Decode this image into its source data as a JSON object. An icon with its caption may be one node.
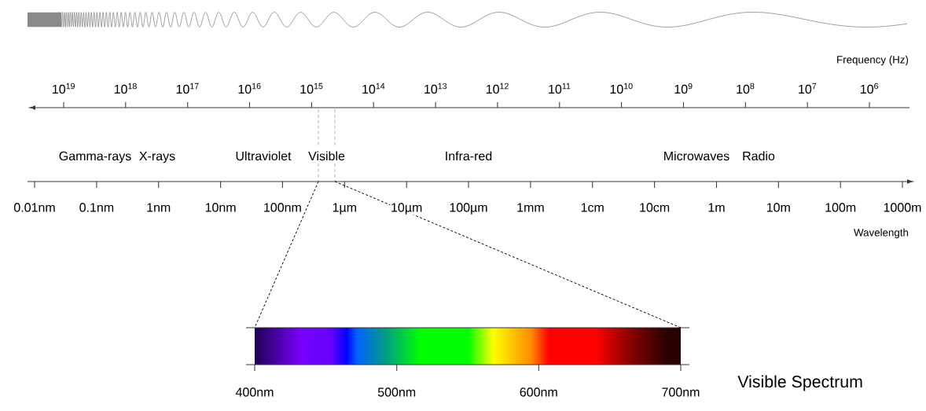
{
  "diagram": {
    "nodes": [
      {
        "text": [
          "Visible"
        ]
      },
      {
        "text": [],
        "shape": "bar",
        "beside": [
          "Visible Spectrum"
        ]
      }
    ],
    "edges": [
      {
        "from": 0,
        "to": 1,
        "arrow": "none",
        "style": "dashed"
      },
      {
        "from": 0,
        "to": 1,
        "arrow": "none",
        "style": "dashed"
      }
    ],
    "labels": [
      "Frequency (Hz)",
      "10$^{19}$",
      "10$^{18}$",
      "10$^{17}$",
      "10$^{16}$",
      "10$^{15}$",
      "10$^{14}$",
      "10$^{13}$",
      "10$^{12}$",
      "10$^{11}$",
      "10$^{10}$",
      "10$^{9}$",
      "10$^{8}$",
      "10$^{7}$",
      "10$^{6}$",
      "Gamma-rays",
      "X-rays",
      "Ultraviolet",
      "Infra-red",
      "Microwaves",
      "Radio",
      "0.01nm",
      "0.1nm",
      "1nm",
      "10nm",
      "100nm",
      "1µm",
      "10µm",
      "100µm",
      "1mm",
      "1cm",
      "10cm",
      "1m",
      "10m",
      "100m",
      "1000m",
      "Wavelength",
      "400nm",
      "500nm",
      "600nm",
      "700nm"
    ]
  }
}
